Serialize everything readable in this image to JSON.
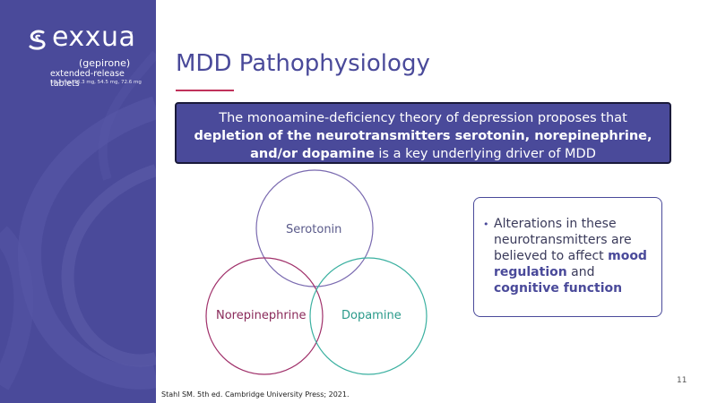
{
  "brand": {
    "name": "exxua",
    "trademark": "™",
    "generic": "(gepirone)",
    "form": "extended-release tablets",
    "strengths": "18.2 mg, 36.3 mg, 54.5 mg, 72.6 mg"
  },
  "slide": {
    "title": "MDD Pathophysiology",
    "theory": {
      "part1": "The monoamine-deficiency theory of depression proposes that ",
      "bold": "depletion of the neurotransmitters serotonin, norepinephrine, and/or dopamine",
      "part2": " is a key underlying driver of MDD"
    },
    "venn": {
      "circles": [
        {
          "label": "Serotonin",
          "color": "#7a6ab0"
        },
        {
          "label": "Norepinephrine",
          "color": "#a0306a"
        },
        {
          "label": "Dopamine",
          "color": "#3ab0a0"
        }
      ]
    },
    "alterations": {
      "bullet": "•",
      "text1": "Alterations in these neurotransmitters are believed to affect ",
      "bold1": "mood regulation",
      "text2": " and ",
      "bold2": "cognitive function"
    },
    "page_number": "11",
    "footnote": "Stahl SM. 5th ed. Cambridge University Press; 2021."
  },
  "colors": {
    "primary": "#4a4a9a",
    "accent": "#c0325a"
  }
}
